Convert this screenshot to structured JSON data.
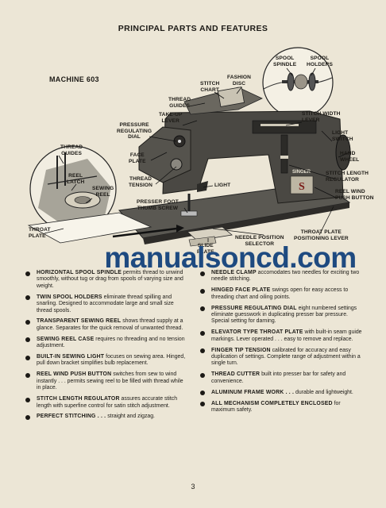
{
  "page": {
    "title": "PRINCIPAL PARTS AND FEATURES",
    "machine_label": "MACHINE 603",
    "page_number": "3"
  },
  "callouts": {
    "spool_spindle": "SPOOL\nSPINDLE",
    "spool_holders": "SPOOL\nHOLDERS",
    "fashion_disc": "FASHION\nDISC",
    "stitch_chart": "STITCH\nCHART",
    "thread_guides_top": "THREAD\nGUIDES",
    "take_up_lever": "TAKE-UP\nLEVER",
    "pressure_regulating_dial": "PRESSURE\nREGULATING\nDIAL",
    "stitch_width_lever": "STITCH WIDTH\nLEVER",
    "light_switch": "LIGHT\nSWITCH",
    "hand_wheel": "HAND\nWHEEL",
    "stitch_length_regulator": "STITCH LENGTH\nREGULATOR",
    "reel_wind_push_button": "REEL WIND\nPUSH BUTTON",
    "thread_guides_inset": "THREAD\nGUIDES",
    "reel_latch": "REEL\nLATCH",
    "sewing_reel": "SEWING\nREEL",
    "throat_plate": "THROAT\nPLATE",
    "face_plate": "FACE\nPLATE",
    "thread_tension": "THREAD\nTENSION",
    "light": "LIGHT",
    "presser_foot_thumb_screw": "PRESSER FOOT\nTHUMB SCREW",
    "slide_plate": "SLIDE\nPLATE",
    "needle_position_selector": "NEEDLE POSITION\nSELECTOR",
    "throat_plate_positioning_lever": "THROAT PLATE\nPOSITIONING LEVER",
    "singer_brand": "SINGER",
    "singer_badge_letter": "S"
  },
  "watermark": "manualsoncd.com",
  "features_left": [
    {
      "name": "HORIZONTAL SPOOL SPINDLE",
      "text": " permits thread to unwind smoothly, without tug or drag from spools of varying size and weight."
    },
    {
      "name": "TWIN SPOOL HOLDERS",
      "text": " eliminate thread spilling and snarling. Designed to accommodate large and small size thread spools."
    },
    {
      "name": "TRANSPARENT SEWING REEL",
      "text": " shows thread supply at a glance. Separates for the quick removal of unwanted thread."
    },
    {
      "name": "SEWING REEL CASE",
      "text": " requires no threading and no tension adjustment."
    },
    {
      "name": "BUILT-IN SEWING LIGHT",
      "text": " focuses on sewing area. Hinged, pull down bracket simplifies bulb replacement."
    },
    {
      "name": "REEL WIND PUSH BUTTON",
      "text": " switches from sew to wind instantly . . . permits sewing reel to be filled with thread while in place."
    },
    {
      "name": "STITCH LENGTH REGULATOR",
      "text": " assures accurate stitch length with superfine control for satin stitch adjustment."
    },
    {
      "name": "PERFECT STITCHING . . .",
      "text": " straight and zigzag."
    }
  ],
  "features_right": [
    {
      "name": "NEEDLE CLAMP",
      "text": " accomodates two needles for exciting two needle stitching."
    },
    {
      "name": "HINGED FACE PLATE",
      "text": " swings open for easy access to threading chart and oiling points."
    },
    {
      "name": "PRESSURE REGULATING DIAL",
      "text": " eight numbered settings eliminate guesswork in duplicating presser bar pressure. Special setting for darning."
    },
    {
      "name": "ELEVATOR TYPE THROAT PLATE",
      "text": " with built-in seam guide markings. Lever operated . . . easy to remove and replace."
    },
    {
      "name": "FINGER TIP TENSION",
      "text": " calibrated for accuracy and easy duplication of settings. Complete range of adjustment within a single turn."
    },
    {
      "name": "THREAD CUTTER",
      "text": " built into presser bar for safety and convenience."
    },
    {
      "name": "ALUMINUM FRAME WORK . . .",
      "text": " durable and lightweight."
    },
    {
      "name": "ALL MECHANISM COMPLETELY ENCLOSED",
      "text": " for maximum safety."
    }
  ],
  "colors": {
    "paper": "#ece6d6",
    "ink": "#1c1a16",
    "machine_body": "#4a4843",
    "watermark": "#1e4a80"
  }
}
